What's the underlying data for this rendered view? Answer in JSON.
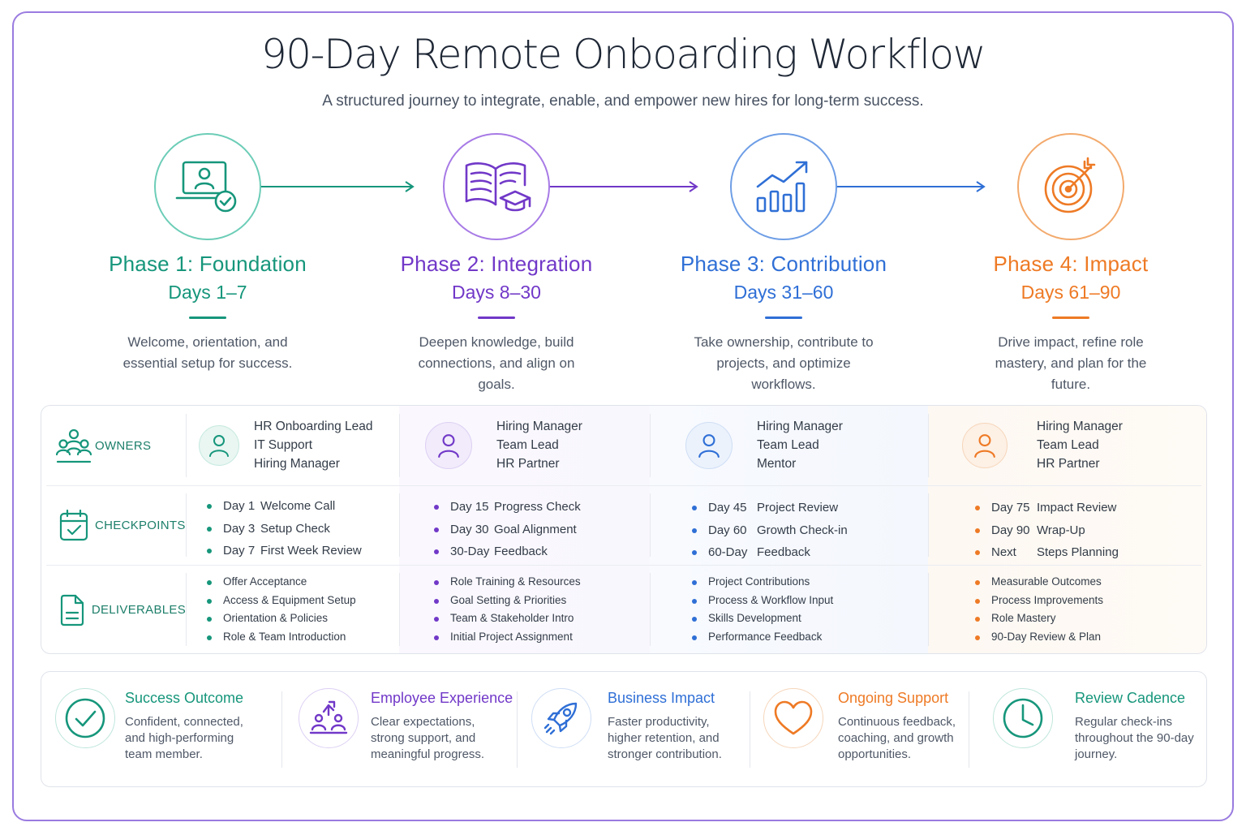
{
  "title": "90-Day Remote Onboarding Workflow",
  "subtitle": "A structured journey to integrate, enable, and empower new hires for long-term success.",
  "colors": {
    "phase1": "#16967b",
    "phase2": "#7138c8",
    "phase3": "#2f6fd6",
    "phase4": "#ee7a25",
    "frame": "#9a7be0"
  },
  "phases": [
    {
      "name": "Phase 1: Foundation",
      "days": "Days 1–7",
      "desc": "Welcome, orientation, and essential setup for success.",
      "icon": "laptop-user-check-icon"
    },
    {
      "name": "Phase 2: Integration",
      "days": "Days 8–30",
      "desc": "Deepen knowledge, build connections, and align on goals.",
      "icon": "book-graduation-cap-icon"
    },
    {
      "name": "Phase 3: Contribution",
      "days": "Days 31–60",
      "desc": "Take ownership, contribute to projects, and optimize workflows.",
      "icon": "bar-chart-growth-icon"
    },
    {
      "name": "Phase 4: Impact",
      "days": "Days 61–90",
      "desc": "Drive impact, refine role mastery, and plan for the future.",
      "icon": "target-arrow-icon"
    }
  ],
  "rows": {
    "owners": "OWNERS",
    "checkpoints": "CHECKPOINTS",
    "deliverables": "DELIVERABLES"
  },
  "owners": [
    [
      "HR Onboarding Lead",
      "IT Support",
      "Hiring Manager"
    ],
    [
      "Hiring Manager",
      "Team Lead",
      "HR Partner"
    ],
    [
      "Hiring Manager",
      "Team Lead",
      "Mentor"
    ],
    [
      "Hiring Manager",
      "Team Lead",
      "HR Partner"
    ]
  ],
  "checkpoints": [
    [
      {
        "day": "Day 1",
        "label": "Welcome Call"
      },
      {
        "day": "Day 3",
        "label": "Setup Check"
      },
      {
        "day": "Day 7",
        "label": "First Week Review"
      }
    ],
    [
      {
        "day": "Day 15",
        "label": "Progress Check"
      },
      {
        "day": "Day 30",
        "label": "Goal Alignment"
      },
      {
        "day": "30-Day",
        "label": "Feedback"
      }
    ],
    [
      {
        "day": "Day 45",
        "label": "Project Review"
      },
      {
        "day": "Day 60",
        "label": "Growth Check-in"
      },
      {
        "day": "60-Day",
        "label": "Feedback"
      }
    ],
    [
      {
        "day": "Day 75",
        "label": "Impact Review"
      },
      {
        "day": "Day 90",
        "label": "Wrap-Up"
      },
      {
        "day": "Next",
        "label": "Steps Planning"
      }
    ]
  ],
  "deliverables": [
    [
      "Offer Acceptance",
      "Access & Equipment Setup",
      "Orientation & Policies",
      "Role & Team Introduction"
    ],
    [
      "Role Training & Resources",
      "Goal Setting & Priorities",
      "Team & Stakeholder Intro",
      "Initial Project Assignment"
    ],
    [
      "Project Contributions",
      "Process & Workflow Input",
      "Skills Development",
      "Performance Feedback"
    ],
    [
      "Measurable Outcomes",
      "Process Improvements",
      "Role Mastery",
      "90-Day Review & Plan"
    ]
  ],
  "outcomes": [
    {
      "title": "Success Outcome",
      "text": "Confident, connected, and high-performing team member.",
      "icon": "check-circle-icon",
      "color": "#16967b"
    },
    {
      "title": "Employee Experience",
      "text": "Clear expectations, strong support, and meaningful progress.",
      "icon": "team-growth-icon",
      "color": "#7138c8"
    },
    {
      "title": "Business Impact",
      "text": "Faster productivity, higher retention, and stronger contribution.",
      "icon": "rocket-icon",
      "color": "#2f6fd6"
    },
    {
      "title": "Ongoing Support",
      "text": "Continuous feedback, coaching, and growth opportunities.",
      "icon": "heart-icon",
      "color": "#ee7a25"
    },
    {
      "title": "Review Cadence",
      "text": "Regular check-ins throughout the 90-day journey.",
      "icon": "clock-icon",
      "color": "#16967b"
    }
  ]
}
